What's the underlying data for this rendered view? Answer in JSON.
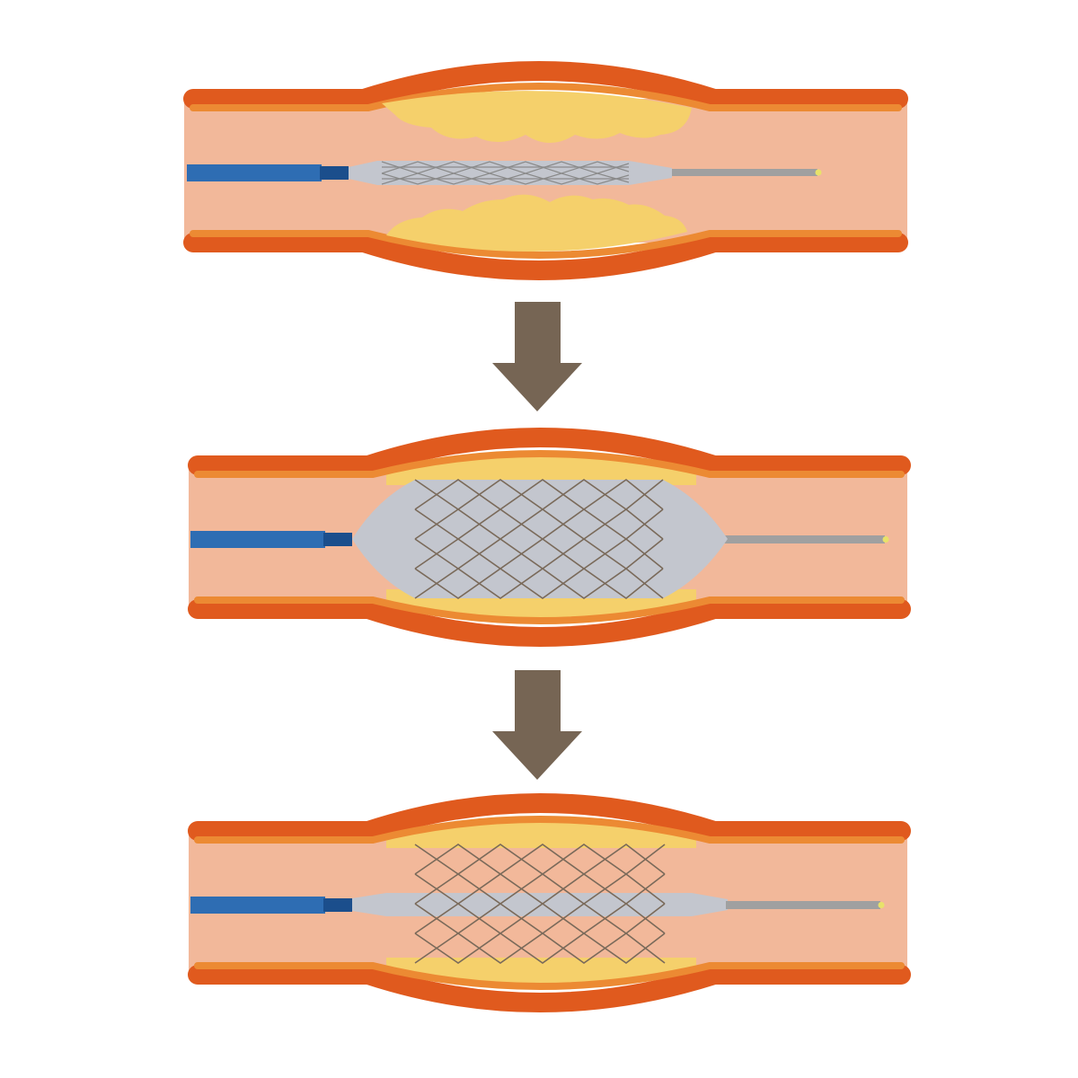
{
  "diagram": {
    "stages": [
      {
        "id": "stage-1",
        "state": "catheter-inserted",
        "balloon": "deflated",
        "stent": "crimped"
      },
      {
        "id": "stage-2",
        "state": "balloon-inflated",
        "balloon": "inflated",
        "stent": "expanded"
      },
      {
        "id": "stage-3",
        "state": "stent-deployed",
        "balloon": "deflated",
        "stent": "expanded"
      }
    ],
    "arrows": [
      {
        "from": "stage-1",
        "to": "stage-2"
      },
      {
        "from": "stage-2",
        "to": "stage-3"
      }
    ]
  },
  "colors": {
    "vessel_wall_outer": "#E05A1E",
    "vessel_wall_inner": "#EC8A33",
    "vessel_lumen": "#F2B89A",
    "plaque": "#F5D06B",
    "catheter_blue": "#2E6DB3",
    "catheter_dark": "#1B4E8C",
    "balloon": "#C3C6CE",
    "stent_mesh_crimped": "#8A8A8A",
    "stent_mesh": "#7A6A5A",
    "guidewire": "#A0A0A0",
    "guidewire_tip": "#E8E26A",
    "arrow": "#766554"
  }
}
